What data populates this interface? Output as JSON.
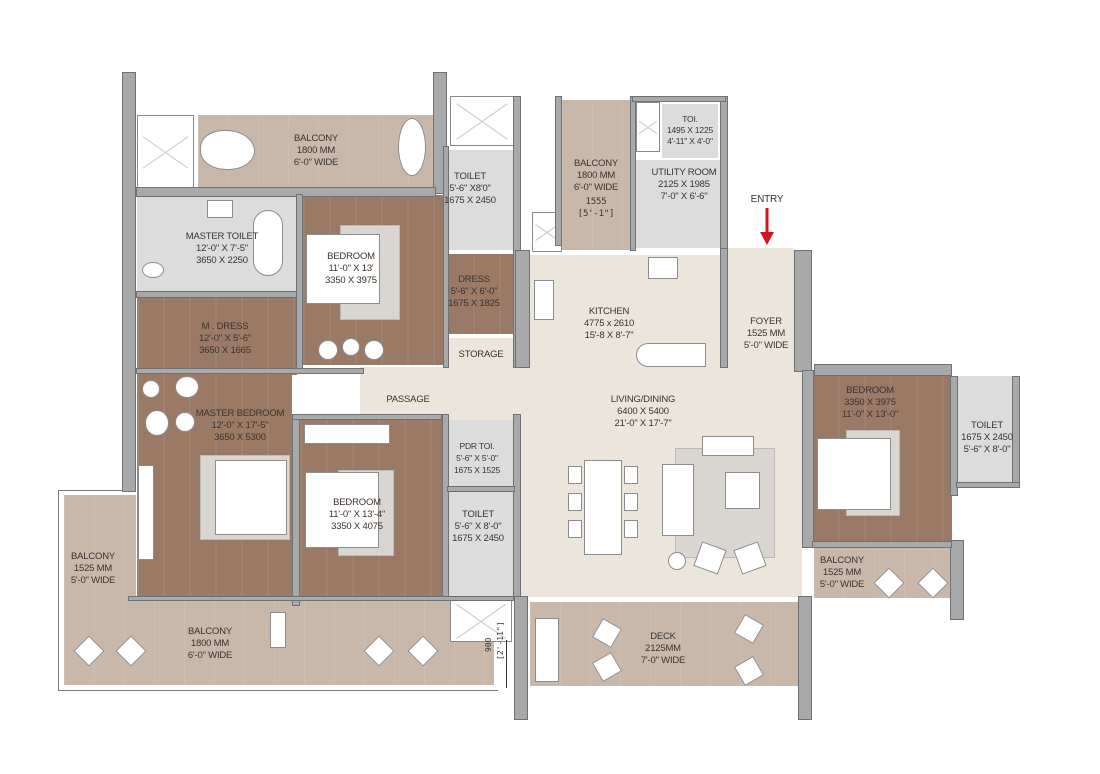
{
  "plan": {
    "entry": {
      "label": "ENTRY",
      "arrow_color": "#d0161f"
    },
    "rooms": {
      "balcony_top_left": {
        "name": "BALCONY",
        "l1": "1800 MM",
        "l2": "6'-0\" WIDE"
      },
      "master_toilet": {
        "name": "MASTER TOILET",
        "l1": "12'-0\" X 7'-5\"",
        "l2": "3650 X 2250"
      },
      "m_dress": {
        "name": "M . DRESS",
        "l1": "12'-0\" X 5'-6\"",
        "l2": "3650 X 1665"
      },
      "bedroom_top": {
        "name": "BEDROOM",
        "l1": "11'-0\" X 13'",
        "l2": "3350 X 3975"
      },
      "toilet_top": {
        "name": "TOILET",
        "l1": "5'-6\" X8'0\"",
        "l2": "1675 X 2450"
      },
      "dress": {
        "name": "DRESS",
        "l1": "5'-6\" X 6'-0\"",
        "l2": "1675 X 1825"
      },
      "storage": {
        "name": "STORAGE"
      },
      "balcony_kitchen": {
        "name": "BALCONY",
        "l1": "1800 MM",
        "l2": "6'-0\" WIDE",
        "l3": "1555",
        "l4": "[5'-1\"]"
      },
      "toi_utility": {
        "name": "TOI.",
        "l1": "1495 X 1225",
        "l2": "4'-11\" X 4'-0\""
      },
      "utility_room": {
        "name": "UTILITY ROOM",
        "l1": "2125 X 1985",
        "l2": "7'-0\" X 6'-6\""
      },
      "kitchen": {
        "name": "KITCHEN",
        "l1": "4775 x 2610",
        "l2": "15'-8 X 8'-7\""
      },
      "foyer": {
        "name": "FOYER",
        "l1": "1525 MM",
        "l2": "5'-0\" WIDE"
      },
      "passage": {
        "name": "PASSAGE"
      },
      "living_dining": {
        "name": "LIVING/DINING",
        "l1": "6400 X 5400",
        "l2": "21'-0\" X 17'-7\""
      },
      "master_bedroom": {
        "name": "MASTER BEDROOM",
        "l1": "12'-0\" X 17'-5\"",
        "l2": "3650 X 5300"
      },
      "bedroom_middle": {
        "name": "BEDROOM",
        "l1": "11'-0\" X 13'-4\"",
        "l2": "3350 X 4075"
      },
      "pdr_toi": {
        "name": "PDR TOI.",
        "l1": "5'-6\" X 5'-0\"",
        "l2": "1675 X 1525"
      },
      "toilet_middle": {
        "name": "TOILET",
        "l1": "5'-6\" X 8'-0\"",
        "l2": "1675 X 2450"
      },
      "bedroom_right": {
        "name": "BEDROOM",
        "l1": "3350 X 3975",
        "l2": "11'-0\" X 13'-0\""
      },
      "toilet_right": {
        "name": "TOILET",
        "l1": "1675 X 2450",
        "l2": "5'-6\" X 8'-0\""
      },
      "balcony_right": {
        "name": "BALCONY",
        "l1": "1525 MM",
        "l2": "5'-0\" WIDE"
      },
      "balcony_left": {
        "name": "BALCONY",
        "l1": "1525 MM",
        "l2": "5'-0\" WIDE"
      },
      "balcony_bottom": {
        "name": "BALCONY",
        "l1": "1800 MM",
        "l2": "6'-0\" WIDE"
      },
      "deck": {
        "name": "DECK",
        "l1": "2125MM",
        "l2": "7'-0\" WIDE"
      }
    },
    "dimension_note": {
      "mm": "900",
      "ft": "[2'-11\"]"
    }
  }
}
